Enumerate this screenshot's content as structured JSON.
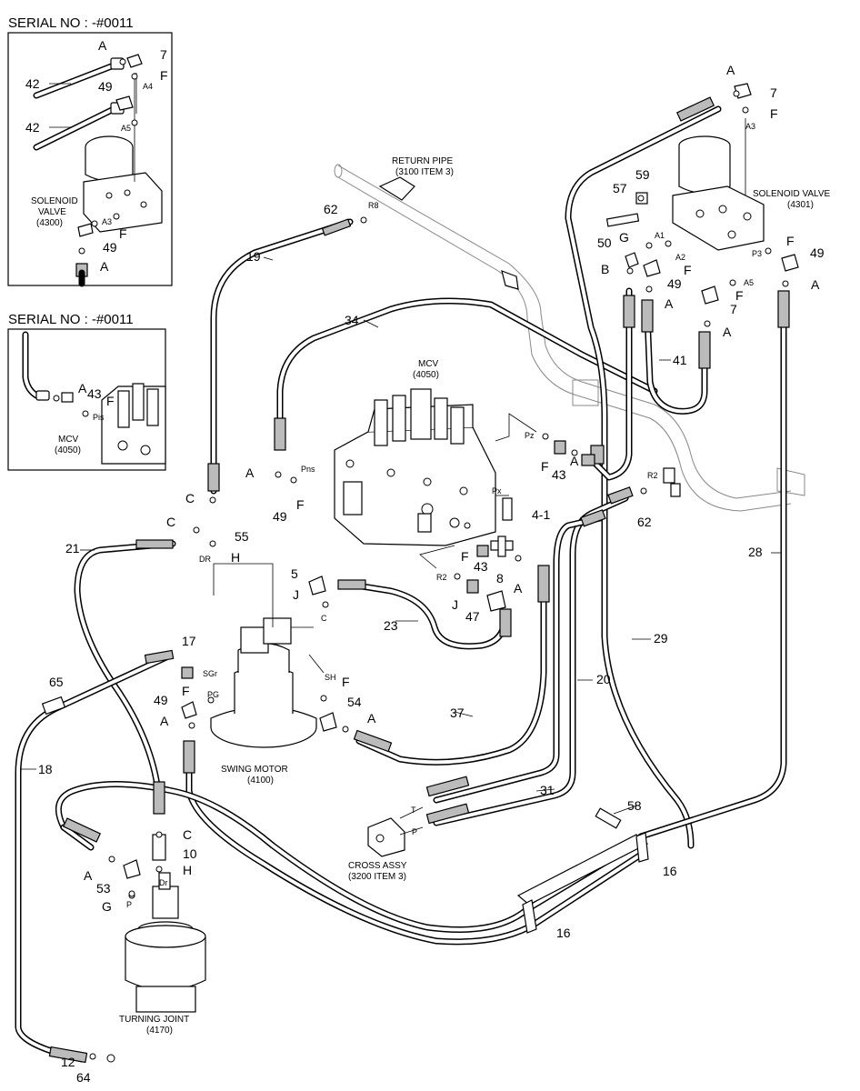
{
  "serial_top": "SERIAL NO : -#0011",
  "serial_mid": "SERIAL NO : -#0011",
  "inset1": {
    "solenoid_l1": "SOLENOID",
    "solenoid_l2": "VALVE",
    "solenoid_l3": "(4300)",
    "n42a": "42",
    "n42b": "42",
    "nA1": "A",
    "n7": "7",
    "nF1": "F",
    "nA4": "A4",
    "n49a": "49",
    "nA5": "A5",
    "nA3": "A3",
    "nF2": "F",
    "n49b": "49",
    "nA2": "A"
  },
  "inset2": {
    "mcv_l1": "MCV",
    "mcv_l2": "(4050)",
    "nA": "A",
    "n43": "43",
    "nF": "F",
    "nPis": "Pis"
  },
  "labels": {
    "return_pipe_l1": "RETURN PIPE",
    "return_pipe_l2": "(3100 ITEM 3)",
    "solenoid_valve_l1": "SOLENOID VALVE",
    "solenoid_valve_l2": "(4301)",
    "mcv_l1": "MCV",
    "mcv_l2": "(4050)",
    "swing_motor_l1": "SWING MOTOR",
    "swing_motor_l2": "(4100)",
    "cross_assy_l1": "CROSS ASSY",
    "cross_assy_l2": "(3200 ITEM 3)",
    "turning_joint_l1": "TURNING JOINT",
    "turning_joint_l2": "(4170)"
  },
  "parts": {
    "p7a": "7",
    "pAa": "A",
    "pFa": "F",
    "pA3": "A3",
    "p57": "57",
    "p59": "59",
    "p62a": "62",
    "pR8": "R8",
    "p19": "19",
    "pG": "G",
    "pA1": "A1",
    "pA2": "A2",
    "p50": "50",
    "pB": "B",
    "p49a": "49",
    "pFb": "F",
    "pAb": "A",
    "pFc": "F",
    "pP3": "P3",
    "p49b": "49",
    "pAc": "A",
    "pA5": "A5",
    "pFd": "F",
    "p7b": "7",
    "pAd": "A",
    "p34": "34",
    "p41": "41",
    "pPz": "Pz",
    "pFe": "F",
    "p43a": "43",
    "pAe": "A",
    "pR2a": "R2",
    "p62b": "62",
    "pAf": "A",
    "pPns": "Pns",
    "pFf": "F",
    "p49c": "49",
    "pCa": "C",
    "pCb": "C",
    "p55": "55",
    "pPx": "Px",
    "p41b": "4-1",
    "p21": "21",
    "pDR": "DR",
    "pH": "H",
    "pFg": "F",
    "p43b": "43",
    "p8": "8",
    "pAg": "A",
    "p28": "28",
    "p5": "5",
    "pJa": "J",
    "pCc": "C",
    "pR2b": "R2",
    "pJb": "J",
    "p47": "47",
    "p23": "23",
    "p17": "17",
    "pSGr": "SGr",
    "p65": "65",
    "pFh": "F",
    "pPG": "PG",
    "p49d": "49",
    "pAh": "A",
    "pSH": "SH",
    "pFi": "F",
    "p54": "54",
    "pAi": "A",
    "p29": "29",
    "p20": "20",
    "p37": "37",
    "p18": "18",
    "p31": "31",
    "pT": "T",
    "pP": "P",
    "p58": "58",
    "pCd": "C",
    "p10": "10",
    "pAj": "A",
    "p53": "53",
    "pHb": "H",
    "pDr": "Dr",
    "pGb": "G",
    "pPs": "P",
    "p16a": "16",
    "p16b": "16",
    "p12": "12",
    "p64": "64"
  }
}
